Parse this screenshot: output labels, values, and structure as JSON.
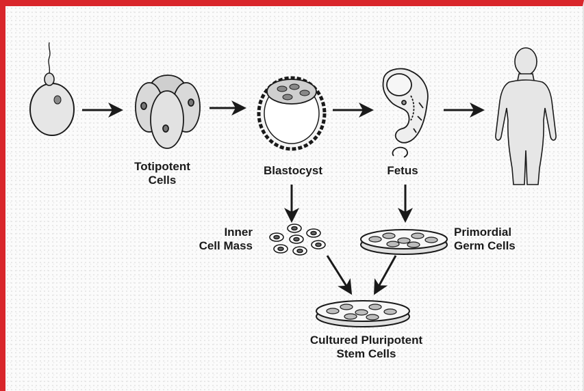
{
  "labels": {
    "totipotent": [
      "Totipotent",
      "Cells"
    ],
    "blastocyst": "Blastocyst",
    "fetus": "Fetus",
    "inner_cell_mass": [
      "Inner",
      "Cell Mass"
    ],
    "primordial_germ_cells": [
      "Primordial",
      "Germ Cells"
    ],
    "cultured_stem_cells": [
      "Cultured Pluripotent",
      "Stem Cells"
    ]
  },
  "colors": {
    "frame_border": "#d9262b",
    "cell_fill": "#e8e8e8",
    "ink": "#1a1a1a"
  },
  "icons": {
    "fertilized_egg": "fertilized-egg-icon",
    "totipotent_cells": "totipotent-cells-icon",
    "blastocyst": "blastocyst-icon",
    "fetus": "fetus-icon",
    "human": "human-figure-icon",
    "inner_cell_mass": "inner-cell-mass-icon",
    "germ_cell_dish": "culture-dish-icon",
    "stem_cell_dish": "culture-dish-icon"
  }
}
